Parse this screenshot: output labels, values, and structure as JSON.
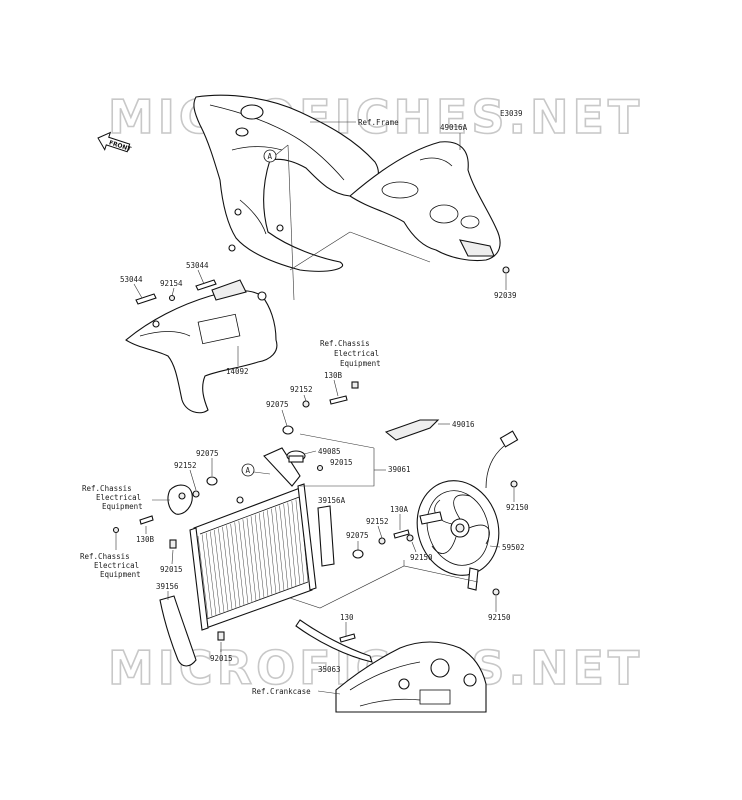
{
  "watermark": "MICROFICHES.NET",
  "figure_code": "E3039",
  "front_label": "FRONT",
  "callout_marker": "A",
  "labels": {
    "ref_frame": "Ref.Frame",
    "p49016A": "49016A",
    "p92039": "92039",
    "p53044_a": "53044",
    "p92154": "92154",
    "p53044_b": "53044",
    "p14092": "14092",
    "ref_chassis_top_1": "Ref.Chassis",
    "ref_chassis_top_2": "Electrical",
    "ref_chassis_top_3": "Equipment",
    "p130B_top": "130B",
    "p92152_top": "92152",
    "p92075_top": "92075",
    "p49016": "49016",
    "p92075_left": "92075",
    "p92152_left": "92152",
    "p49085": "49085",
    "p92015_top": "92015",
    "p39061": "39061",
    "ref_chassis_left_1": "Ref.Chassis",
    "ref_chassis_left_2": "Electrical",
    "ref_chassis_left_3": "Equipment",
    "p130B_left": "130B",
    "ref_chassis_low_1": "Ref.Chassis",
    "ref_chassis_low_2": "Electrical",
    "ref_chassis_low_3": "Equipment",
    "p39156A": "39156A",
    "p92150_top": "92150",
    "p130A": "130A",
    "p92152_mid": "92152",
    "p92075_mid": "92075",
    "p92150_mid": "92150",
    "p59502": "59502",
    "p92015_left": "92015",
    "p39156": "39156",
    "p92150_low": "92150",
    "p130": "130",
    "p92015_bottom": "92015",
    "p35063": "35063",
    "ref_crankcase": "Ref.Crankcase"
  }
}
